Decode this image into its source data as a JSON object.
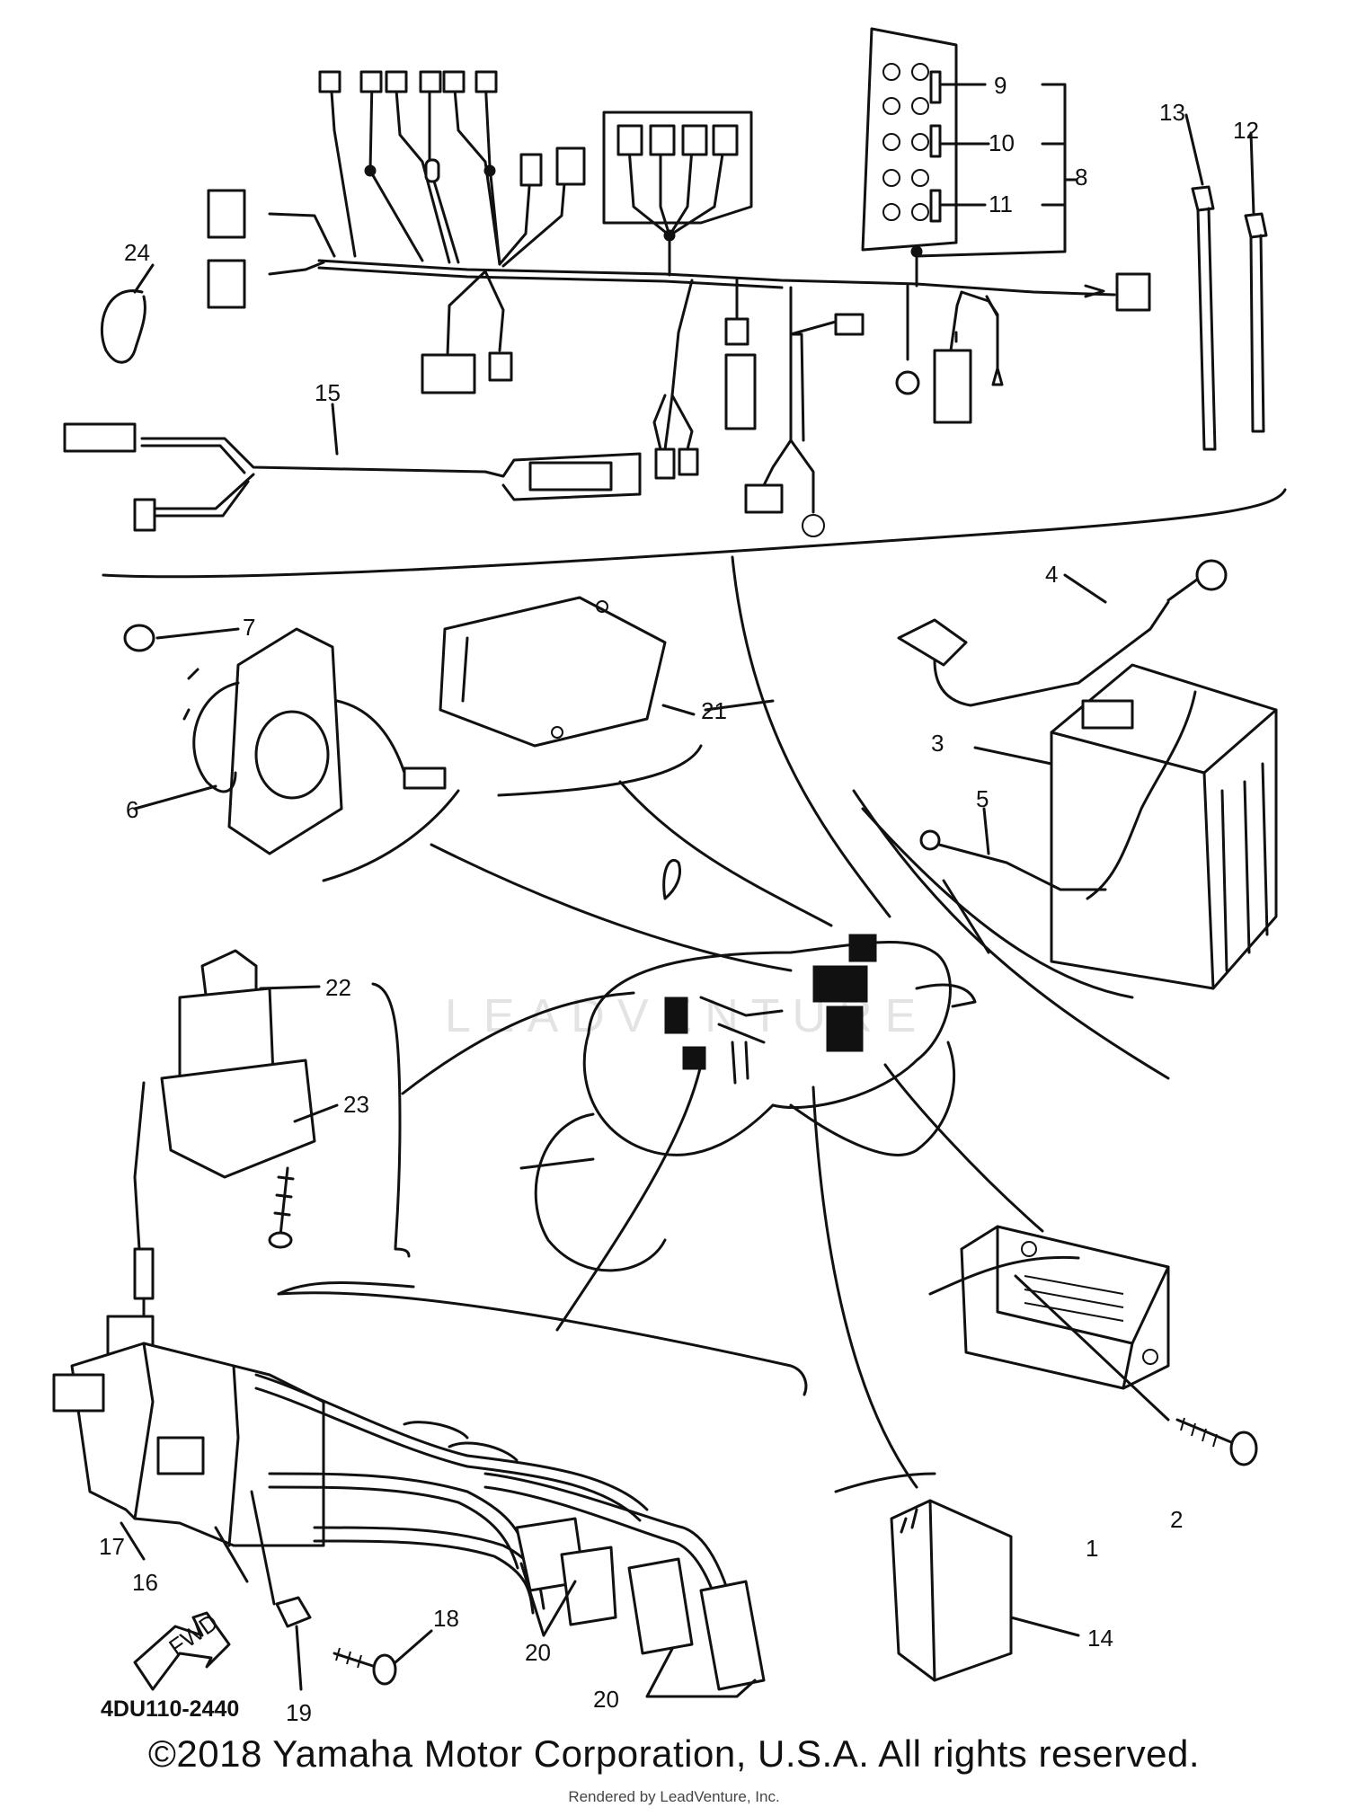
{
  "diagram": {
    "part_labels": [
      "1",
      "2",
      "3",
      "4",
      "5",
      "6",
      "7",
      "8",
      "9",
      "10",
      "11",
      "12",
      "13",
      "14",
      "15",
      "16",
      "17",
      "18",
      "19",
      "20",
      "20",
      "21",
      "22",
      "23",
      "24"
    ],
    "arrow_label": "FWD",
    "reference_code": "4DU110-2440",
    "watermark": "LEADVENTURE"
  },
  "footer": {
    "copyright": "©2018 Yamaha Motor Corporation, U.S.A. All rights reserved.",
    "rendered_by": "Rendered by LeadVenture, Inc."
  }
}
